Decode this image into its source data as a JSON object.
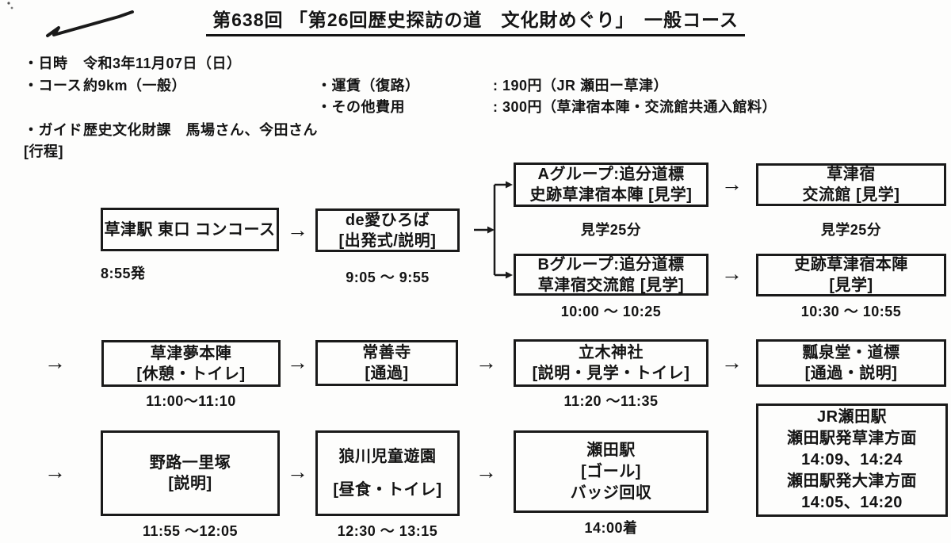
{
  "title": "第638回 「第26回歴史探訪の道　文化財めぐり」　一般コース",
  "info": {
    "date_label": "・日時",
    "date_value": "令和3年11月07日（日）",
    "course_label": "・コース",
    "course_value": "約9km（一般）",
    "fare_label": "・運賃（復路）",
    "fare_value": ": 190円（JR 瀬田ー草津）",
    "other_fee_label": "・その他費用",
    "other_fee_value": ": 300円（草津宿本陣・交流館共通入館料）",
    "guide_label": "・ガイド",
    "guide_value": "歴史文化財課　馬場さん、今田さん",
    "itinerary_label": "[行程]"
  },
  "glyphs": {
    "arrow_right": "→"
  },
  "itinerary": {
    "kusatsu_station": {
      "lines": [
        "草津駅 東口 コンコース"
      ],
      "caption": "8:55発"
    },
    "deai_hiroba": {
      "lines": [
        "de愛ひろば",
        "[出発式/説明]"
      ],
      "caption": "9:05 ～ 9:55"
    },
    "group_a": {
      "lines": [
        "Aグループ:追分道標",
        "史跡草津宿本陣 [見学]"
      ],
      "caption": "見学25分"
    },
    "kouryukan": {
      "lines": [
        "草津宿",
        "交流館 [見学]"
      ],
      "caption": "見学25分"
    },
    "group_b": {
      "lines": [
        "Bグループ:追分道標",
        "草津宿交流館 [見学]"
      ],
      "caption": "10:00 ～ 10:25"
    },
    "honjin": {
      "lines": [
        "史跡草津宿本陣",
        "[見学]"
      ],
      "caption": "10:30 ～ 10:55"
    },
    "yume_honjin": {
      "lines": [
        "草津夢本陣",
        "[休憩・トイレ]"
      ],
      "caption": "11:00～11:10"
    },
    "jouzenji": {
      "lines": [
        "常善寺",
        "[通過]"
      ]
    },
    "tachiki_jinja": {
      "lines": [
        "立木神社",
        "[説明・見学・トイレ]"
      ],
      "caption": "11:20 ～11:35"
    },
    "hyousendo": {
      "lines": [
        "瓢泉堂・道標",
        "[通過・説明]"
      ]
    },
    "noji_ichirizuka": {
      "lines": [
        "野路一里塚",
        "[説明]"
      ],
      "caption": "11:55 ～12:05"
    },
    "ookamigawa_park": {
      "lines": [
        "狼川児童遊園",
        "[昼食・トイレ]"
      ],
      "caption": "12:30 ～ 13:15"
    },
    "seta_station": {
      "lines": [
        "瀬田駅",
        "[ゴール]",
        "バッジ回収"
      ],
      "caption": "14:00着"
    },
    "jr_seta": {
      "lines": [
        "JR瀬田駅",
        "瀬田駅発草津方面",
        "14:09、14:24",
        "瀬田駅発大津方面",
        "14:05、14:20"
      ]
    }
  }
}
